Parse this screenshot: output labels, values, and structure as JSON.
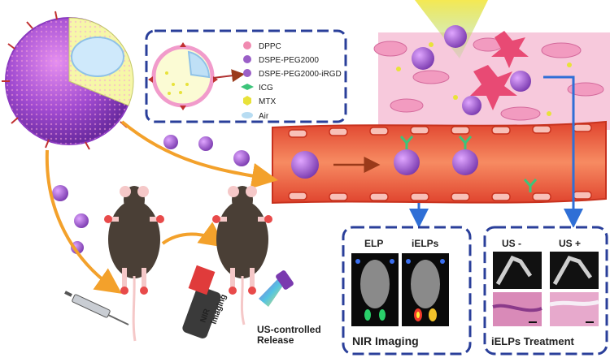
{
  "legend": {
    "items": [
      {
        "label": "DPPC",
        "color": "#f08ab0"
      },
      {
        "label": "DSPE-PEG2000",
        "color": "#9a5fc7"
      },
      {
        "label": "DSPE-PEG2000-iRGD",
        "color": "#9a5fc7"
      },
      {
        "label": "ICG",
        "color": "#3cc47a"
      },
      {
        "label": "MTX",
        "color": "#e8e23a"
      },
      {
        "label": "Air",
        "color": "#b7dcf2"
      }
    ]
  },
  "imaging_panel": {
    "left_label": "ELP",
    "right_label": "iELPs",
    "caption": "NIR Imaging"
  },
  "treatment_panel": {
    "left_label": "US -",
    "right_label": "US +",
    "caption": "iELPs Treatment"
  },
  "mouse_labels": {
    "nir": "NIR\nImaging",
    "us": "US-controlled\nRelease"
  },
  "colors": {
    "arrow_orange": "#f3a12b",
    "arrow_blue": "#2f6fd6",
    "panel_border": "#2a3f9a",
    "vessel": "#ef6a4a",
    "particle": "#9a5fc7"
  }
}
